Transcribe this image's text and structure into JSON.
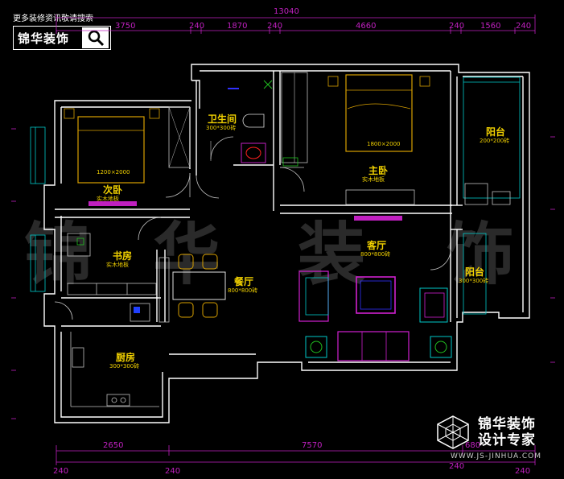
{
  "header": {
    "notice": "更多装修资讯敬请搜索",
    "logo_text": "锦华装饰"
  },
  "dimensions": {
    "top_total": "13040",
    "top_segments": [
      "3750",
      "240",
      "1870",
      "240",
      "4660",
      "240",
      "1560",
      "240"
    ],
    "bottom_segments": [
      "2650",
      "7570",
      "680"
    ],
    "bottom_wall_marks": [
      "240",
      "240",
      "240",
      "240"
    ]
  },
  "rooms": {
    "second_bedroom": {
      "name": "次卧",
      "floor": "实木地板"
    },
    "bathroom": {
      "name": "卫生间",
      "floor": "300*300砖"
    },
    "master_bedroom": {
      "name": "主卧",
      "floor": "实木地板"
    },
    "balcony_top": {
      "name": "阳台",
      "floor": "200*200砖"
    },
    "study": {
      "name": "书房",
      "floor": "实木地板"
    },
    "dining": {
      "name": "餐厅",
      "floor": "800*800砖"
    },
    "living": {
      "name": "客厅",
      "floor": "800*800砖"
    },
    "balcony_mid": {
      "name": "阳台",
      "floor": "300*300砖"
    },
    "kitchen": {
      "name": "厨房",
      "floor": "300*300砖"
    }
  },
  "bed_labels": {
    "second": "1200×2000",
    "master": "1800×2000"
  },
  "watermark": [
    "锦",
    "华",
    "装",
    "饰"
  ],
  "brand": {
    "line1": "锦华装饰",
    "line2": "设计专家",
    "website": "WWW.JS-JINHUA.COM"
  },
  "colors": {
    "wall": "#ffffff",
    "dimension": "#c020c0",
    "label": "#f0d000",
    "furniture_cyan": "#00c8c8",
    "bed": "#d8a000",
    "sofa": "#d020d0"
  }
}
